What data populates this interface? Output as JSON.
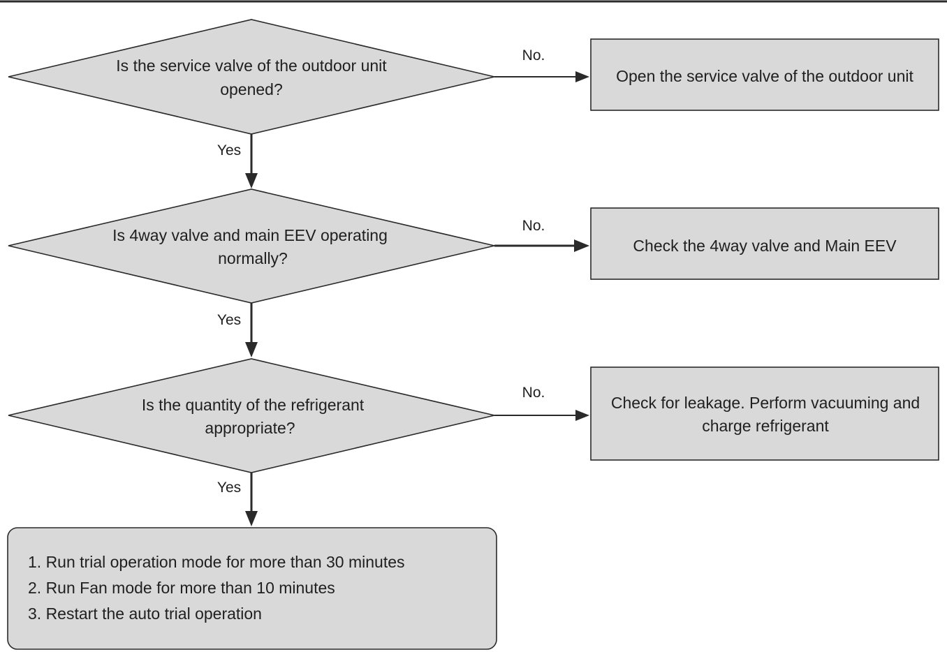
{
  "decisions": [
    {
      "lines": [
        "Is the service valve of the outdoor unit",
        "opened?"
      ]
    },
    {
      "lines": [
        "Is 4way valve and main EEV operating",
        "normally?"
      ]
    },
    {
      "lines": [
        "Is the quantity of the refrigerant",
        "appropriate?"
      ]
    }
  ],
  "actions": [
    {
      "lines": [
        "Open the service valve of the outdoor unit"
      ]
    },
    {
      "lines": [
        "Check the 4way valve and Main EEV"
      ]
    },
    {
      "lines": [
        "Check for leakage. Perform vacuuming and",
        "charge refrigerant"
      ]
    }
  ],
  "edge_labels": {
    "no": "No.",
    "yes": "Yes"
  },
  "final_steps": [
    "1.  Run trial operation mode for more than 30 minutes",
    "2.  Run Fan mode for more than 10 minutes",
    "3.  Restart the auto trial operation"
  ],
  "colors": {
    "shape_fill": "#d9d9d9",
    "stroke": "#2a2a2a"
  }
}
